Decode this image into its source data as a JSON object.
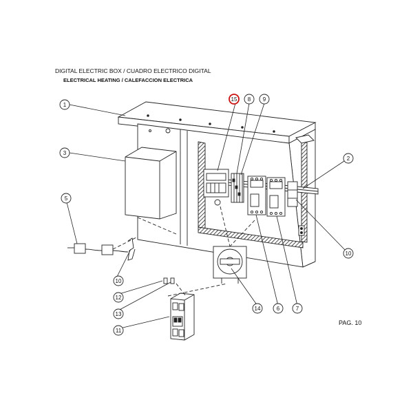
{
  "title": "DIGITAL ELECTRIC BOX / CUADRO ELECTRICO DIGITAL",
  "subtitle": "ELECTRICAL HEATING / CALEFACCION ELECTRICA",
  "page": "PAG. 10",
  "highlight_color": "#cc1111",
  "callouts": [
    {
      "id": "c1",
      "label": "1",
      "highlight": false
    },
    {
      "id": "c2",
      "label": "2",
      "highlight": false
    },
    {
      "id": "c3",
      "label": "3",
      "highlight": false
    },
    {
      "id": "c5",
      "label": "5",
      "highlight": false
    },
    {
      "id": "c6",
      "label": "6",
      "highlight": false
    },
    {
      "id": "c7",
      "label": "7",
      "highlight": false
    },
    {
      "id": "c8",
      "label": "8",
      "highlight": false
    },
    {
      "id": "c9",
      "label": "9",
      "highlight": false
    },
    {
      "id": "c10a",
      "label": "10",
      "highlight": false
    },
    {
      "id": "c10b",
      "label": "10",
      "highlight": false
    },
    {
      "id": "c11",
      "label": "11",
      "highlight": false
    },
    {
      "id": "c12",
      "label": "12",
      "highlight": false
    },
    {
      "id": "c13",
      "label": "13",
      "highlight": false
    },
    {
      "id": "c14",
      "label": "14",
      "highlight": false
    },
    {
      "id": "c15",
      "label": "15",
      "highlight": true
    }
  ]
}
